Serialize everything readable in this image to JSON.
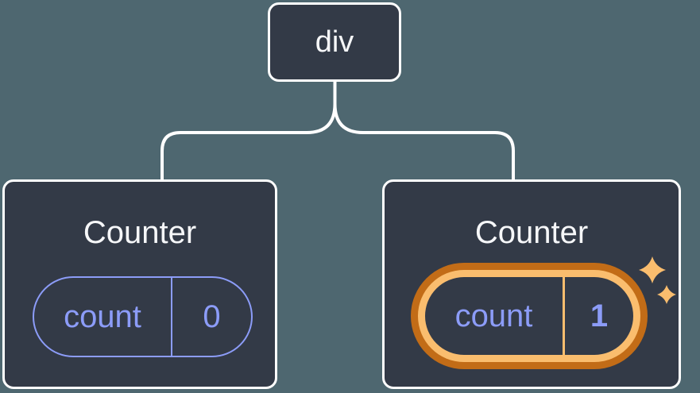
{
  "diagram": {
    "description": "React component tree with state",
    "root": {
      "label": "div"
    },
    "children": [
      {
        "title": "Counter",
        "state": {
          "key": "count",
          "value": "0"
        },
        "highlighted": false
      },
      {
        "title": "Counter",
        "state": {
          "key": "count",
          "value": "1"
        },
        "highlighted": true,
        "badge_icon": "sparkles"
      }
    ]
  },
  "colors": {
    "bg": "#4E6770",
    "card": "#333A47",
    "stroke": "#FFFFFF",
    "text-light": "#F6F7F9",
    "purple": "#8C9CF8",
    "orange-dark": "#C26C17",
    "orange-light": "#FABD6E"
  }
}
